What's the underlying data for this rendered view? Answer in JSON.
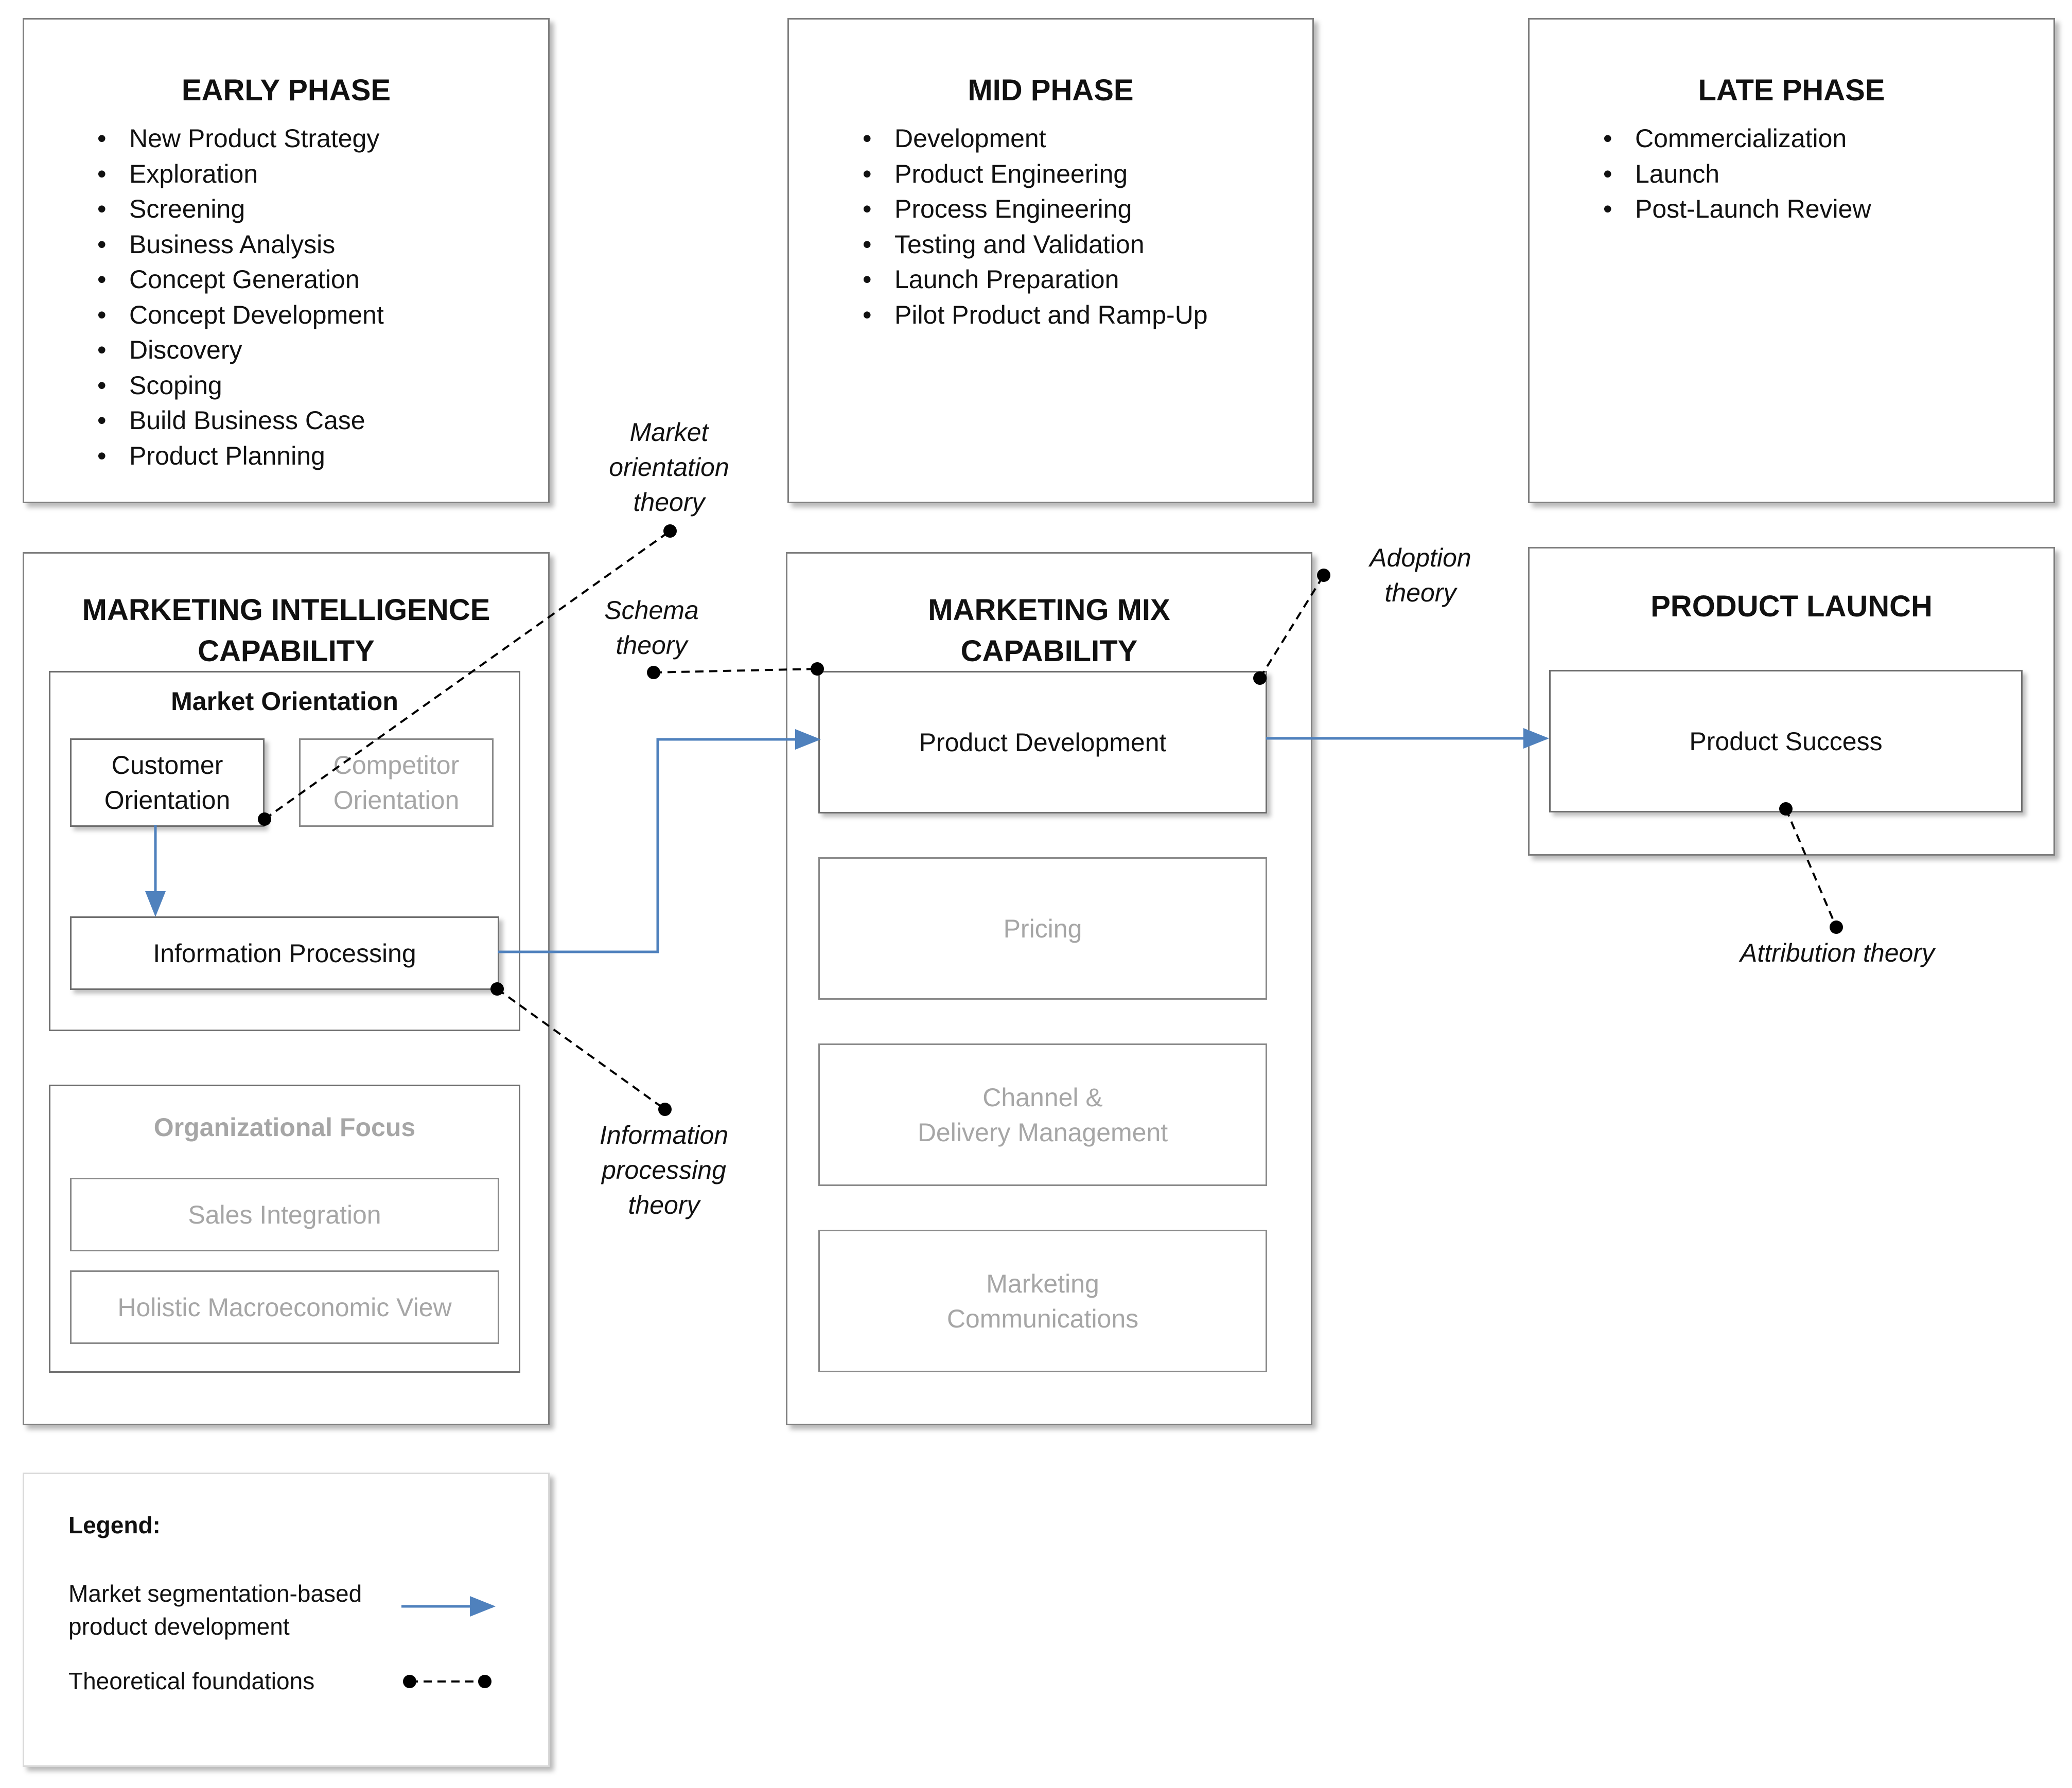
{
  "phases": {
    "early": {
      "title": "EARLY PHASE",
      "items": [
        "New Product Strategy",
        "Exploration",
        "Screening",
        "Business Analysis",
        "Concept Generation",
        "Concept Development",
        "Discovery",
        "Scoping",
        "Build Business Case",
        "Product Planning"
      ]
    },
    "mid": {
      "title": "MID PHASE",
      "items": [
        "Development",
        "Product Engineering",
        "Process Engineering",
        "Testing and Validation",
        "Launch Preparation",
        "Pilot Product and Ramp-Up"
      ]
    },
    "late": {
      "title": "LATE PHASE",
      "items": [
        "Commercialization",
        "Launch",
        "Post-Launch Review"
      ]
    }
  },
  "mic": {
    "title_line1": "MARKETING INTELLIGENCE",
    "title_line2": "CAPABILITY",
    "market_orientation": {
      "title": "Market Orientation",
      "customer_line1": "Customer",
      "customer_line2": "Orientation",
      "competitor_line1": "Competitor",
      "competitor_line2": "Orientation",
      "info_processing": "Information Processing"
    },
    "org_focus": {
      "title": "Organizational Focus",
      "sales": "Sales Integration",
      "holistic": "Holistic Macroeconomic View"
    }
  },
  "mmc": {
    "title_line1": "MARKETING MIX",
    "title_line2": "CAPABILITY",
    "product_dev": "Product Development",
    "pricing": "Pricing",
    "channel_line1": "Channel &",
    "channel_line2": "Delivery Management",
    "marcom_line1": "Marketing",
    "marcom_line2": "Communications"
  },
  "launch": {
    "title": "PRODUCT LAUNCH",
    "success": "Product Success"
  },
  "theories": {
    "market_orientation": [
      "Market",
      "orientation",
      "theory"
    ],
    "schema": [
      "Schema",
      "theory"
    ],
    "adoption": [
      "Adoption",
      "theory"
    ],
    "info_processing": [
      "Information",
      "processing",
      "theory"
    ],
    "attribution": "Attribution theory"
  },
  "legend": {
    "title": "Legend:",
    "segmentation_line1": "Market segmentation-based",
    "segmentation_line2": "product development",
    "foundations": "Theoretical foundations"
  },
  "colors": {
    "flow_arrow": "#4f81bd",
    "theory_line": "#000000",
    "faded_text": "#a6a6a6"
  }
}
